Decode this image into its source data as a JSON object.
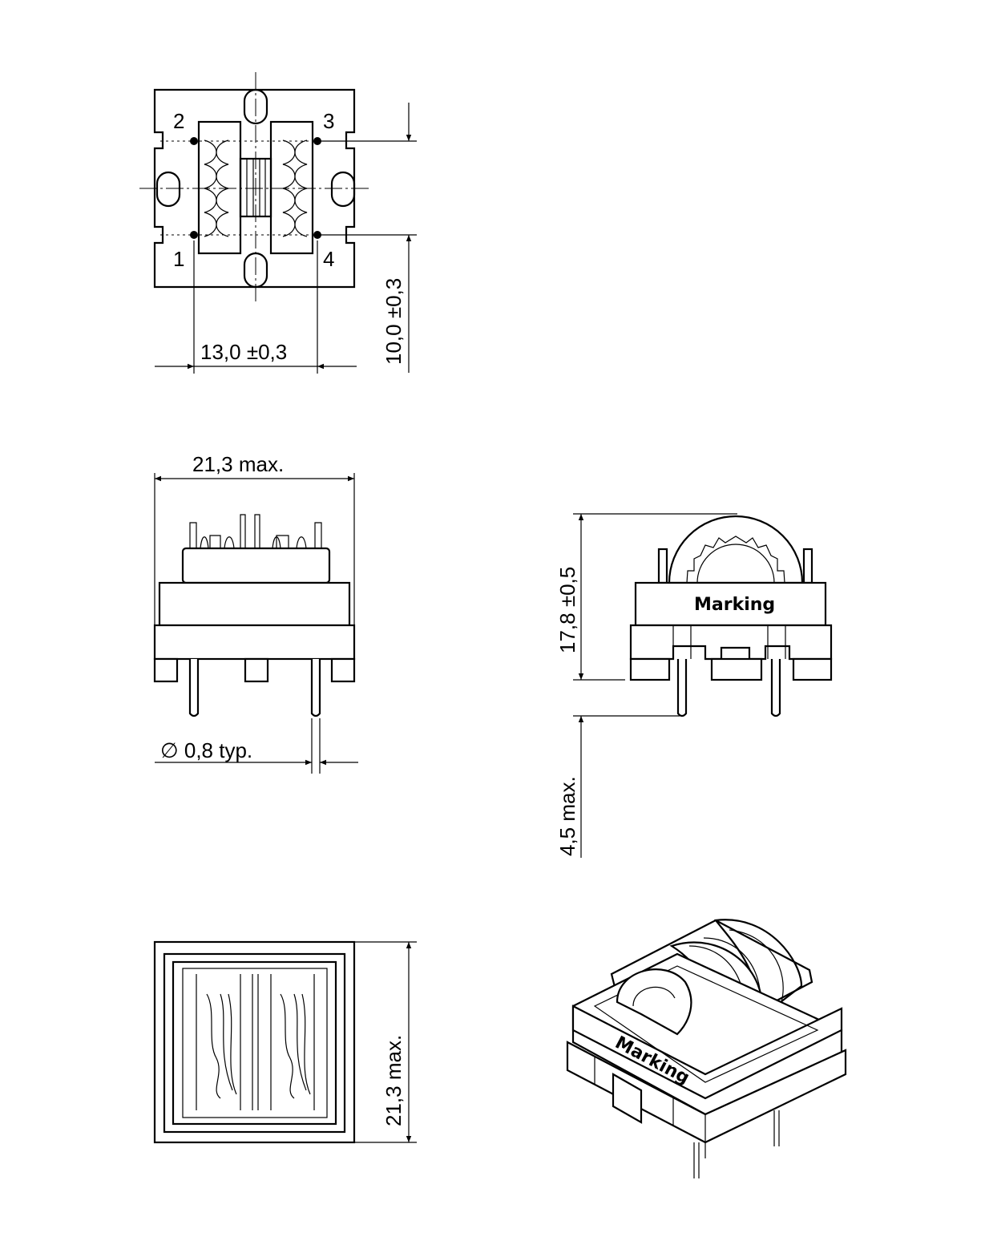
{
  "top_view": {
    "pin_labels": [
      "1",
      "2",
      "3",
      "4"
    ],
    "dim_pin_spacing_x": "13,0 ±0,3",
    "dim_pin_spacing_y": "10,0 ±0,3"
  },
  "side_view": {
    "dim_width": "21,3  max.",
    "dim_pin_diameter": "∅  0,8  typ."
  },
  "front_view": {
    "dim_height": "17,8 ±0,5",
    "dim_pin_length": "4,5  max.",
    "marking": "Marking"
  },
  "bottom_view": {
    "dim_depth": "21,3  max."
  },
  "iso_view": {
    "marking": "Marking"
  }
}
